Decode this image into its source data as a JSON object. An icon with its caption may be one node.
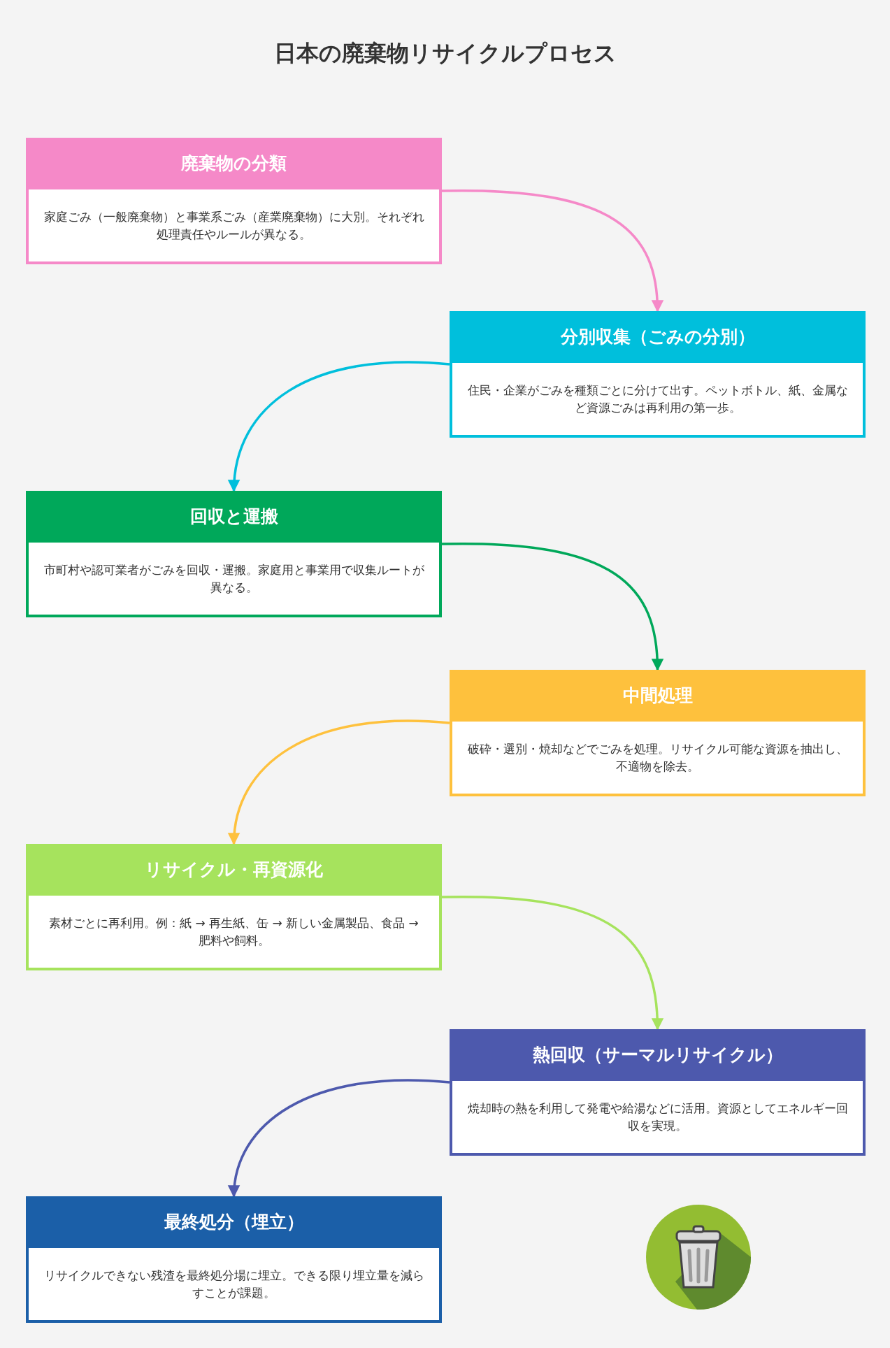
{
  "diagram": {
    "title": "日本の廃棄物リサイクルプロセス",
    "nodes": [
      {
        "text": [
          "廃棄物の分類",
          "家庭ごみ（一般廃棄物）と事業系ごみ（産業廃棄物）に大別。それぞれ処理責任やルールが異なる。"
        ]
      },
      {
        "text": [
          "分別収集（ごみの分別）",
          "住民・企業がごみを種類ごとに分けて出す。ペットボトル、紙、金属など資源ごみは再利用の第一歩。"
        ]
      },
      {
        "text": [
          "回収と運搬",
          "市町村や認可業者がごみを回収・運搬。家庭用と事業用で収集ルートが異なる。"
        ]
      },
      {
        "text": [
          "中間処理",
          "破砕・選別・焼却などでごみを処理。リサイクル可能な資源を抽出し、不適物を除去。"
        ]
      },
      {
        "text": [
          "リサイクル・再資源化",
          "素材ごとに再利用。例：紙 → 再生紙、缶 → 新しい金属製品、食品 → 肥料や飼料。"
        ]
      },
      {
        "text": [
          "熱回収（サーマルリサイクル）",
          "焼却時の熱を利用して発電や給湯などに活用。資源としてエネルギー回収を実現。"
        ]
      },
      {
        "text": [
          "最終処分（埋立）",
          "リサイクルできない残渣を最終処分場に埋立。できる限り埋立量を減らすことが課題。"
        ]
      }
    ],
    "edges": [
      {
        "from": 0,
        "to": 1,
        "arrow": "to",
        "color": "#f589c8"
      },
      {
        "from": 1,
        "to": 2,
        "arrow": "to",
        "color": "#00bfdc"
      },
      {
        "from": 2,
        "to": 3,
        "arrow": "to",
        "color": "#00a85a"
      },
      {
        "from": 3,
        "to": 4,
        "arrow": "to",
        "color": "#fec13d"
      },
      {
        "from": 4,
        "to": 5,
        "arrow": "to",
        "color": "#a6e35d"
      },
      {
        "from": 5,
        "to": 6,
        "arrow": "to",
        "color": "#4d59ad"
      }
    ]
  }
}
